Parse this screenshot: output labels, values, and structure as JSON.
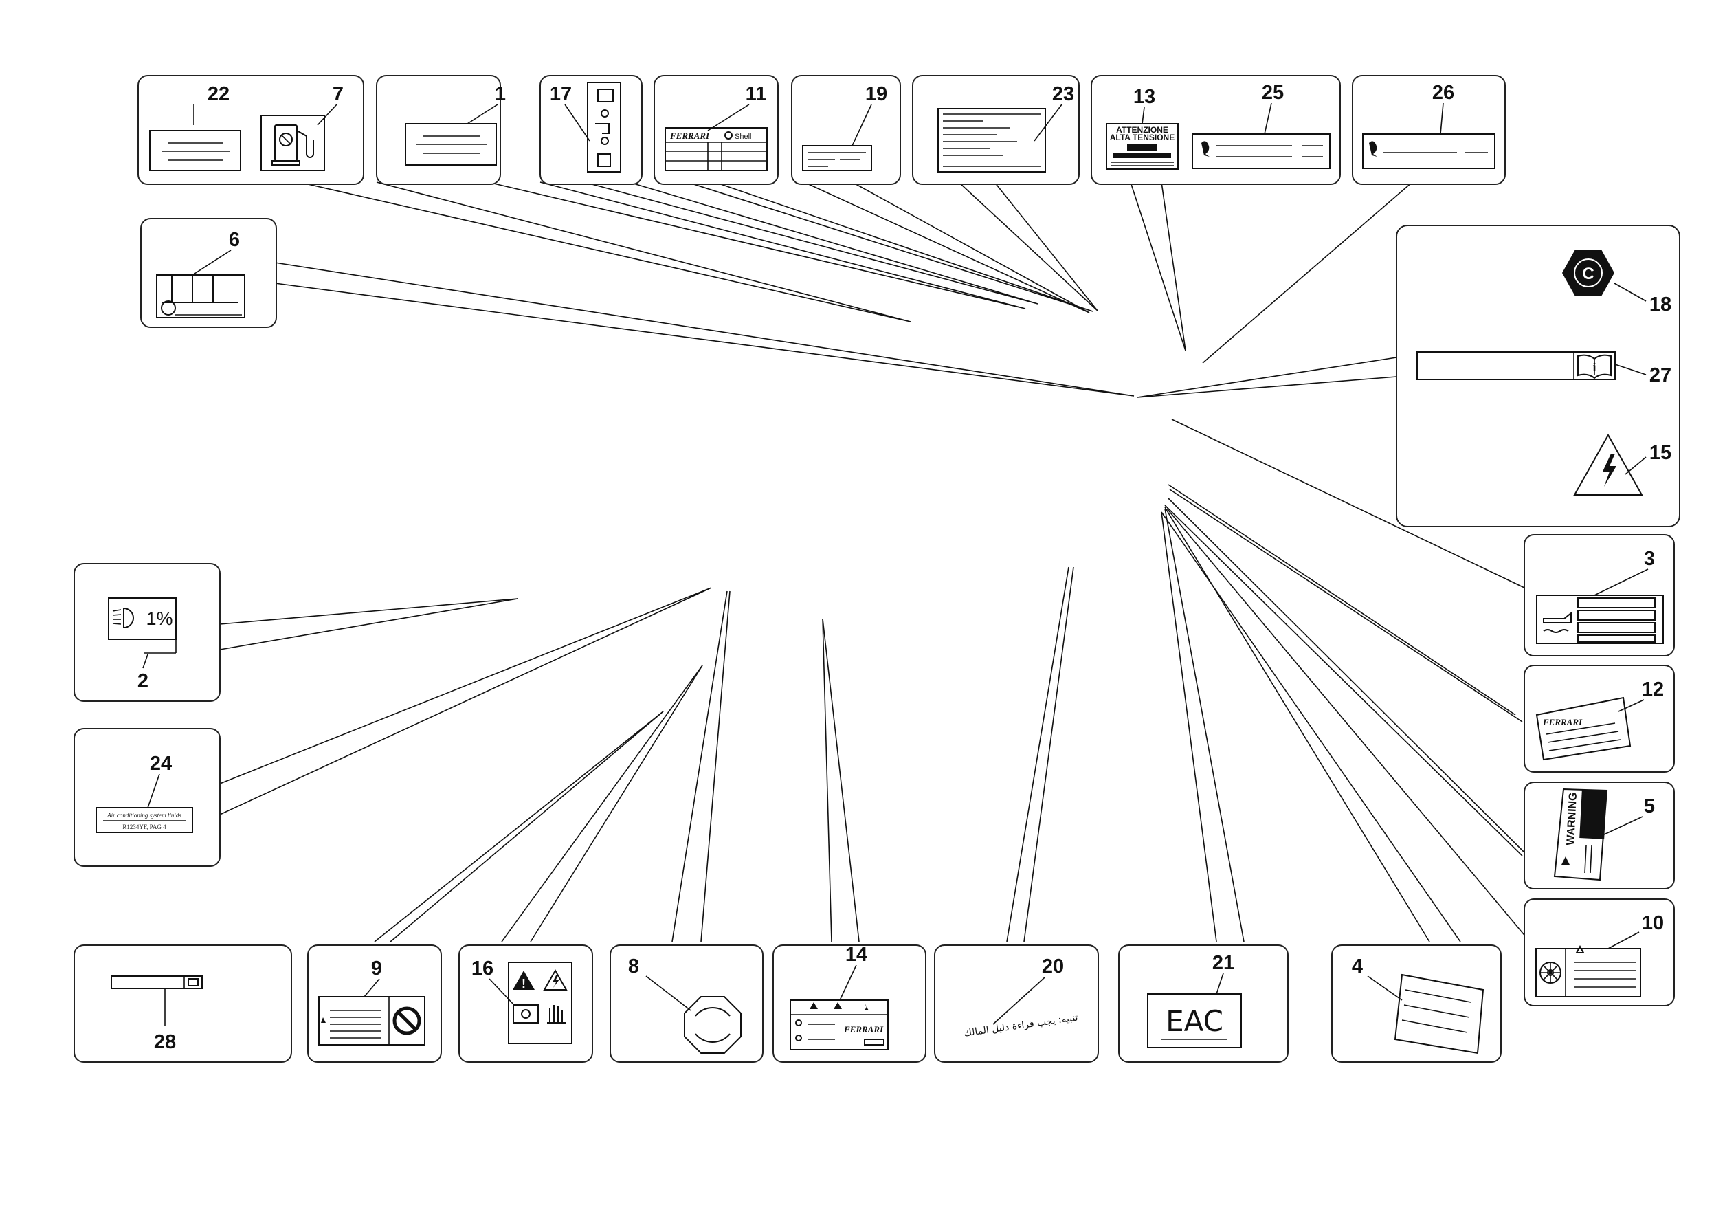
{
  "callouts": {
    "c1": "1",
    "c2": "2",
    "c3": "3",
    "c4": "4",
    "c5": "5",
    "c6": "6",
    "c7": "7",
    "c8": "8",
    "c9": "9",
    "c10": "10",
    "c11": "11",
    "c12": "12",
    "c13": "13",
    "c14": "14",
    "c15": "15",
    "c16": "16",
    "c17": "17",
    "c18": "18",
    "c19": "19",
    "c20": "20",
    "c21": "21",
    "c22": "22",
    "c23": "23",
    "c24": "24",
    "c25": "25",
    "c26": "26",
    "c27": "27",
    "c28": "28"
  },
  "labels": {
    "hv_line1": "ATTENZIONE",
    "hv_line2": "ALTA TENSIONE",
    "shell": "Shell",
    "ferrari": "FERRARI",
    "headlamp_pct": "1%",
    "c_badge": "C",
    "ac_line1": "Air conditioning system fluids",
    "ac_line2": "R1234YF, PAG 4",
    "warning": "WARNING",
    "eac": "EAC",
    "arabic": "تنبيه: يجب قراءة دليل المالك"
  },
  "icons": [
    "fuel-pump-icon",
    "engine-oil-icon",
    "headlamp-icon",
    "warning-triangle-icon",
    "high-voltage-icon",
    "no-entry-icon",
    "manual-book-icon",
    "wheel-icon",
    "prancing-horse-logo",
    "fuel-cap-icon"
  ]
}
